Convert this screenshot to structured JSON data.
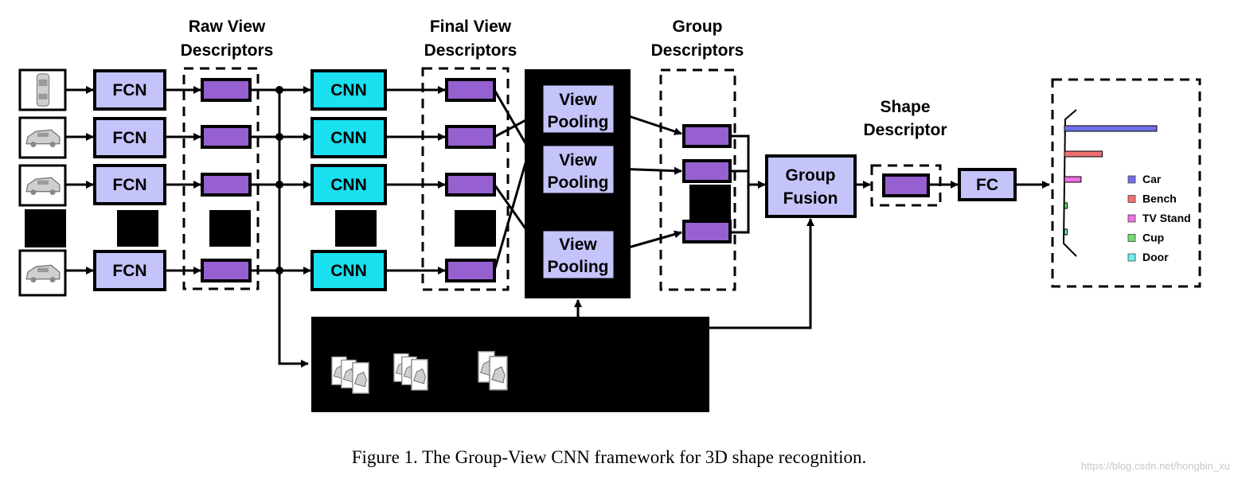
{
  "headers": {
    "raw_view": [
      "Raw View",
      "Descriptors"
    ],
    "final_view": [
      "Final View",
      "Descriptors"
    ],
    "group": [
      "Group",
      "Descriptors"
    ],
    "shape": [
      "Shape",
      "Descriptor"
    ]
  },
  "blocks": {
    "fcn": "FCN",
    "cnn": "CNN",
    "view_pooling": [
      "View",
      "Pooling"
    ],
    "group_fusion": [
      "Group",
      "Fusion"
    ],
    "fc": "FC"
  },
  "legend": [
    {
      "label": "Car",
      "color": "#7070e8"
    },
    {
      "label": "Bench",
      "color": "#ee7070"
    },
    {
      "label": "TV Stand",
      "color": "#ee70e0"
    },
    {
      "label": "Cup",
      "color": "#70dd70"
    },
    {
      "label": "Door",
      "color": "#70eeee"
    }
  ],
  "scores": [
    1.0,
    0.41,
    0.18,
    0.03,
    0.03
  ],
  "colors": {
    "fcn_fill": "#c4c4fb",
    "cnn_fill": "#1ae0f0",
    "descriptor_fill": "#9660d0"
  },
  "caption": "Figure 1. The Group-View CNN framework for 3D shape recognition.",
  "watermark": "https://blog.csdn.net/hongbin_xu"
}
